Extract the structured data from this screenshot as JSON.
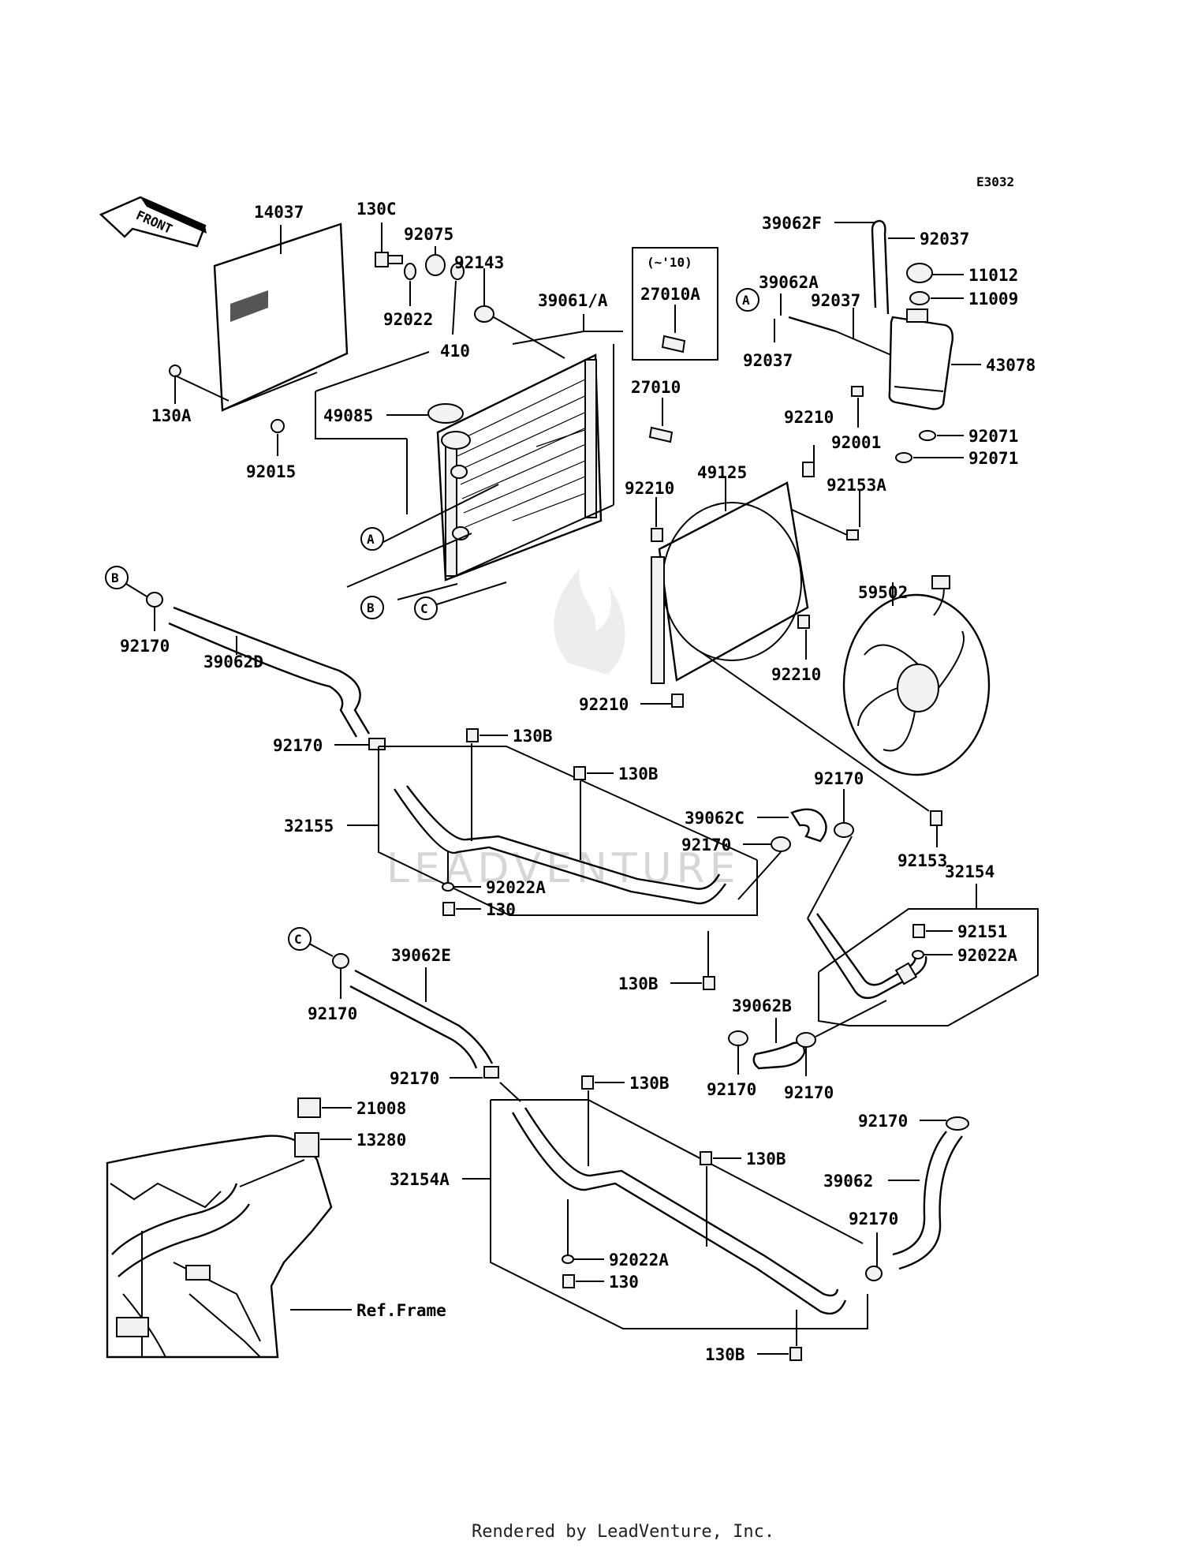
{
  "diagram_code": "E3032",
  "front_arrow": "FRONT",
  "footer": "Rendered by LeadVenture, Inc.",
  "watermark": "LEADVENTURE",
  "inset_label": "(~'10)",
  "ref_frame": "Ref.Frame",
  "ref_letters": {
    "a": "A",
    "b": "B",
    "c": "C"
  },
  "parts": {
    "p14037": "14037",
    "p130C": "130C",
    "p92075": "92075",
    "p92143": "92143",
    "p92022": "92022",
    "p410": "410",
    "p130A": "130A",
    "p92015": "92015",
    "p49085": "49085",
    "p39061A": "39061/A",
    "p27010A": "27010A",
    "p27010": "27010",
    "p39062F": "39062F",
    "p92037_top": "92037",
    "p11012": "11012",
    "p11009": "11009",
    "p39062A": "39062A",
    "p92037_mid": "92037",
    "p92037_left": "92037",
    "p43078": "43078",
    "p92001": "92001",
    "p92071_a": "92071",
    "p92071_b": "92071",
    "p92210_top": "92210",
    "p49125": "49125",
    "p92210_left": "92210",
    "p92153A": "92153A",
    "p59502": "59502",
    "p92210_right": "92210",
    "p92210_bottom": "92210",
    "p92153": "92153",
    "p92170_b": "92170",
    "p39062D": "39062D",
    "p92170_mid": "92170",
    "p130B_1": "130B",
    "p130B_2": "130B",
    "p32155": "32155",
    "p39062C": "39062C",
    "p92170_c1": "92170",
    "p92170_c2": "92170",
    "p92022A_1": "92022A",
    "p130_1": "130",
    "p130B_3": "130B",
    "p32154": "32154",
    "p92151": "92151",
    "p92022A_2": "92022A",
    "p92170_e": "92170",
    "p39062E": "39062E",
    "p39062B": "39062B",
    "p92170_f": "92170",
    "p92170_g": "92170",
    "p92170_h": "92170",
    "p92170_i": "92170",
    "p130B_4": "130B",
    "p21008": "21008",
    "p13280": "13280",
    "p130B_5": "130B",
    "p32154A": "32154A",
    "p39062": "39062",
    "p92170_j": "92170",
    "p92022A_3": "92022A",
    "p130_2": "130",
    "p130B_6": "130B"
  }
}
